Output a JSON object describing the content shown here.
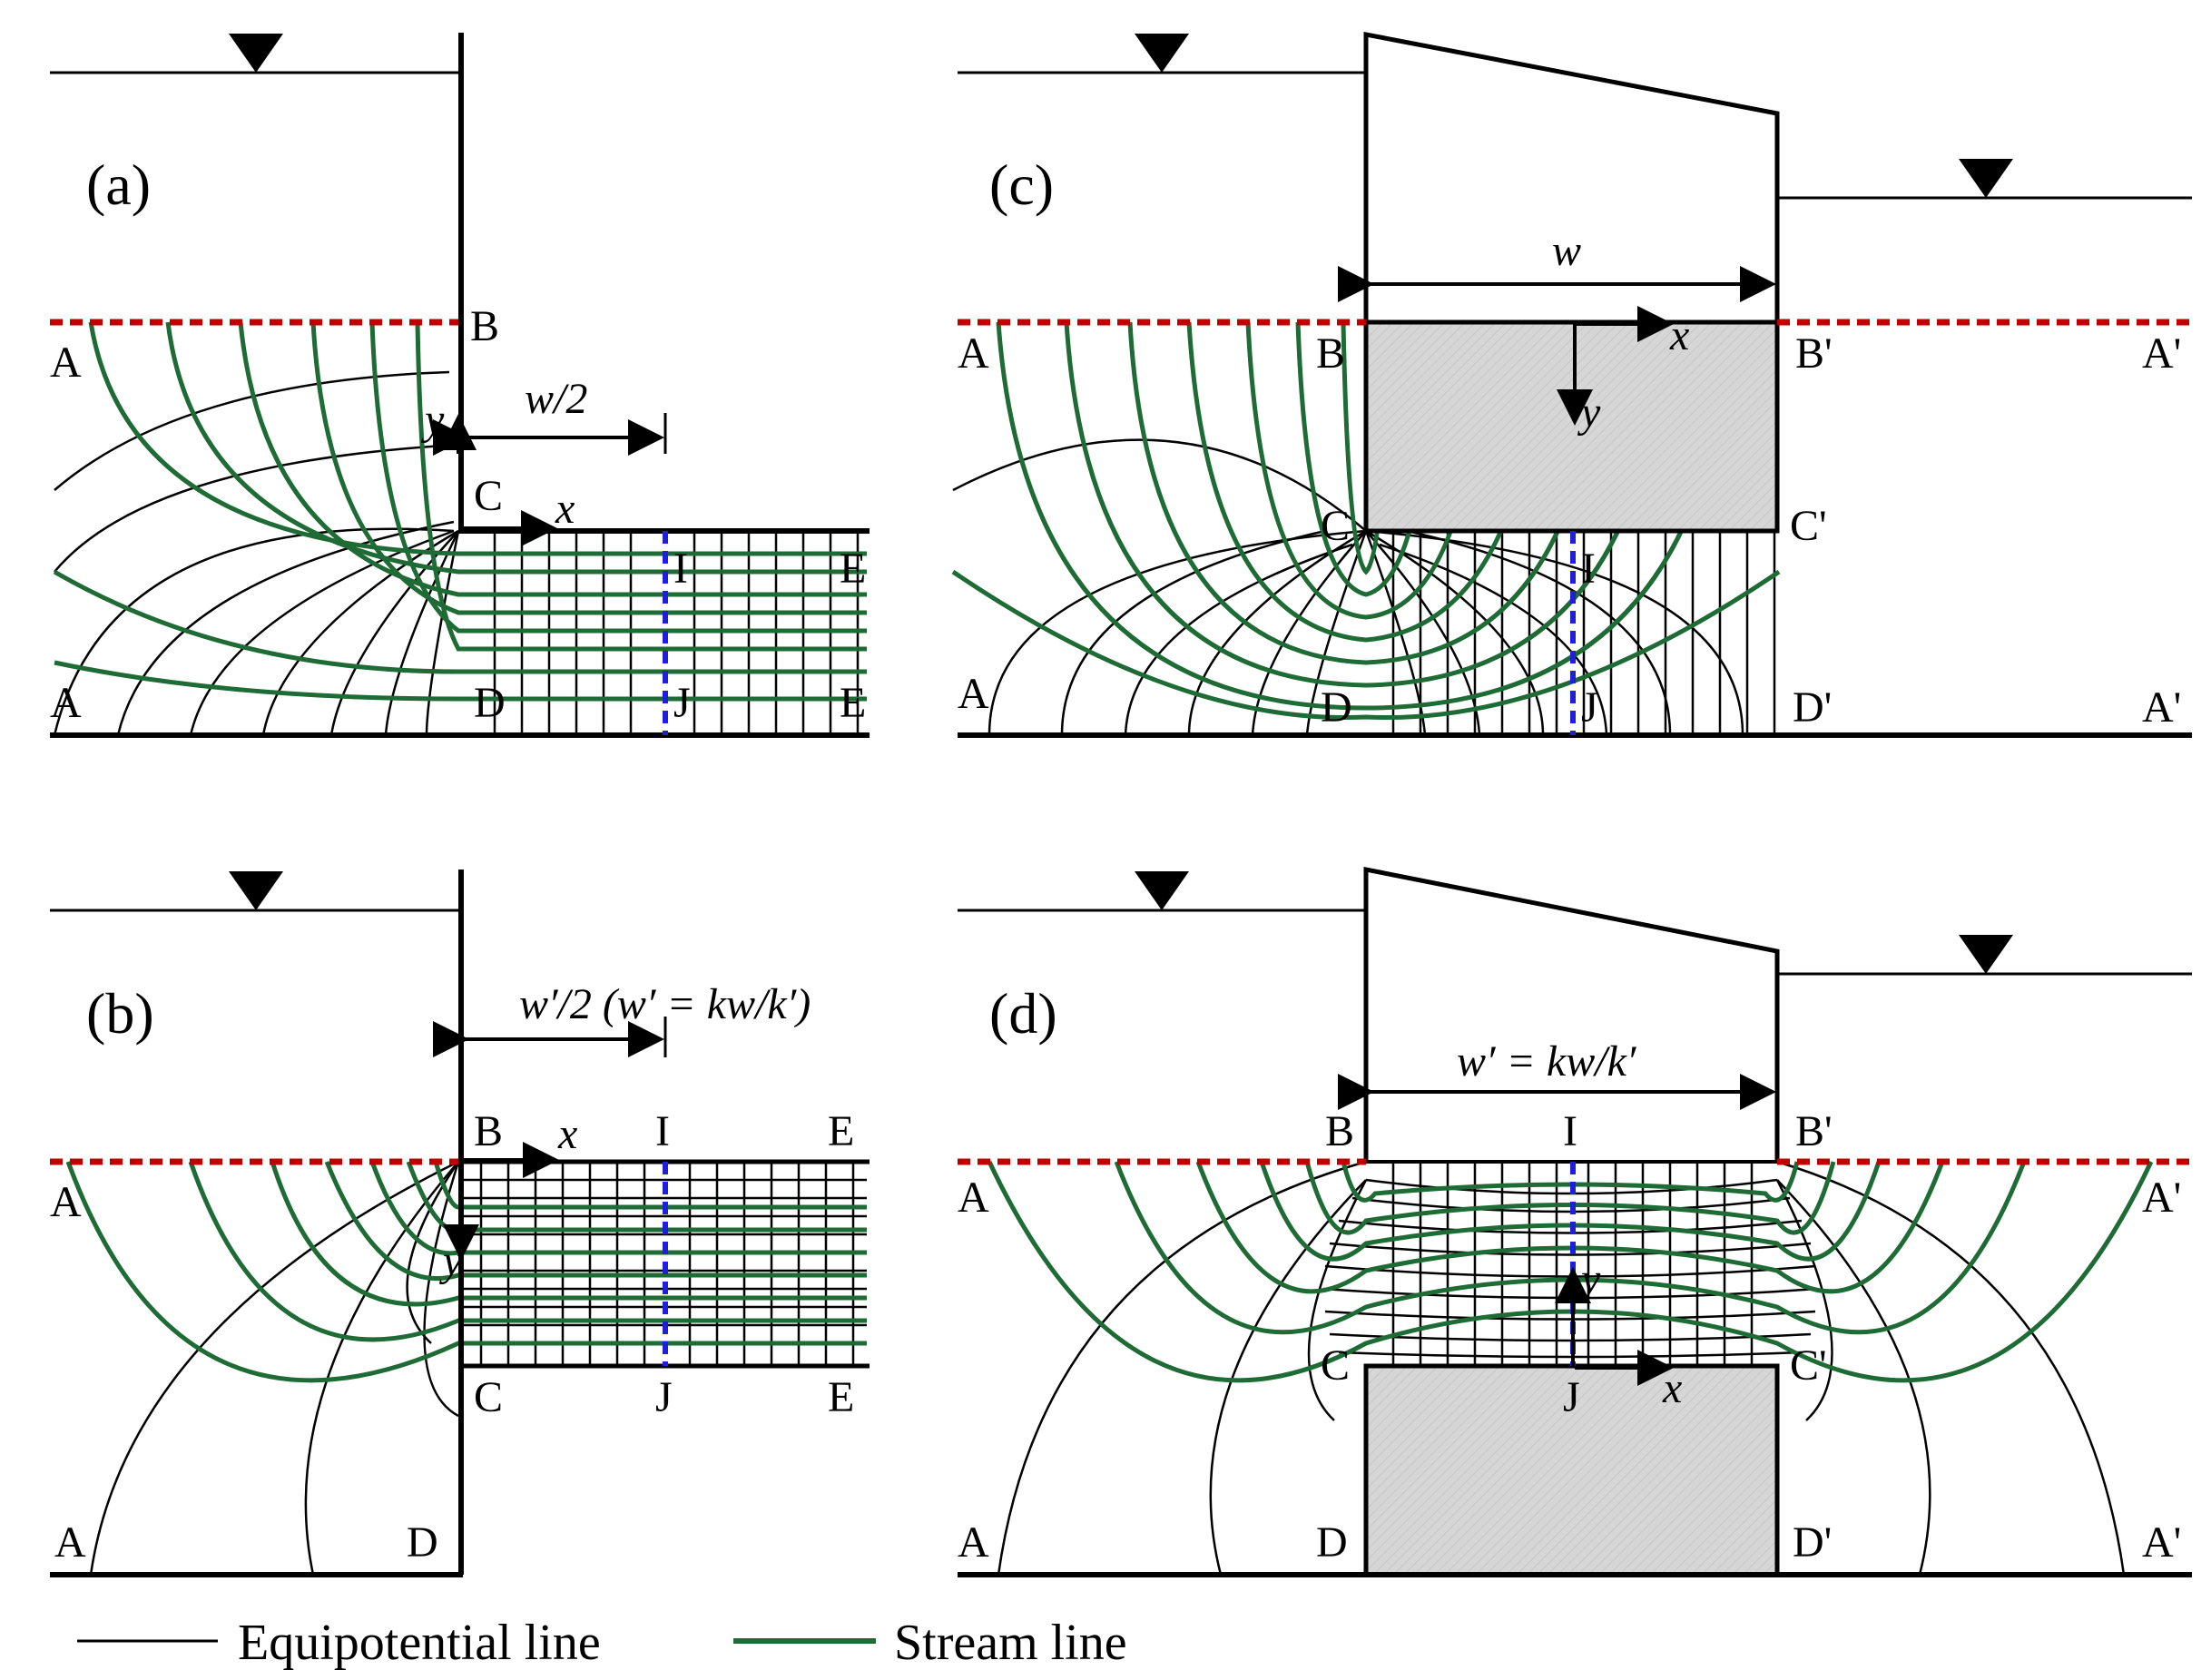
{
  "panels": {
    "a": {
      "label": "(a)",
      "dim_label": "w/2",
      "points": {
        "A1": "A",
        "B": "B",
        "C": "C",
        "E1": "E",
        "I": "I",
        "A2": "A",
        "D": "D",
        "J": "J",
        "E2": "E"
      },
      "axes": {
        "x": "x",
        "y": "y"
      }
    },
    "b": {
      "label": "(b)",
      "dim_label": "w′/2 (w′ = kw/k′)",
      "points": {
        "B": "B",
        "I": "I",
        "E1": "E",
        "A1": "A",
        "C": "C",
        "J": "J",
        "E2": "E",
        "A2": "A",
        "D": "D"
      },
      "axes": {
        "x": "x",
        "y": "y"
      }
    },
    "c": {
      "label": "(c)",
      "dim_label": "w",
      "points": {
        "A1": "A",
        "B": "B",
        "B2": "B'",
        "A1r": "A'",
        "C": "C",
        "I": "I",
        "C2": "C'",
        "A2": "A",
        "D": "D",
        "J": "J",
        "D2": "D'",
        "A2r": "A'"
      },
      "axes": {
        "x": "x",
        "y": "y"
      }
    },
    "d": {
      "label": "(d)",
      "dim_label": "w′ = kw/k′",
      "points": {
        "B": "B",
        "I": "I",
        "B2": "B'",
        "A1": "A",
        "A1r": "A'",
        "C": "C",
        "J": "J",
        "C2": "C'",
        "A2": "A",
        "D": "D",
        "D2": "D'",
        "A2r": "A'"
      },
      "axes": {
        "x": "x",
        "y": "y"
      }
    }
  },
  "legend": {
    "equipotential": "Equipotential line",
    "stream": "Stream line"
  },
  "colors": {
    "equipotential": "#000000",
    "stream": "#1e6b35",
    "interface_red": "#c00000",
    "section_blue": "#1f1fd6",
    "structure_fill": "#d9d9d9"
  }
}
